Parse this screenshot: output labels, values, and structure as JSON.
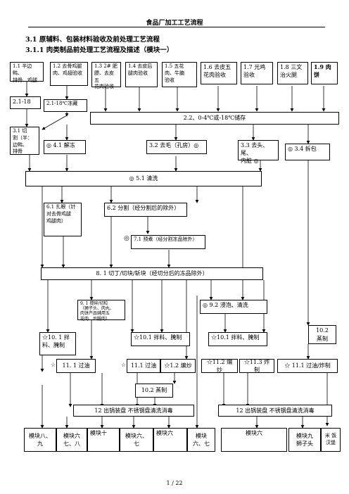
{
  "doc": {
    "header": "食品厂加工工艺流程",
    "heading1": "3.1 原辅料、包装材料验收及前处理工艺流程",
    "heading2": "3.1.1 肉类制品前处理工艺流程及描述（模块一）",
    "footer": "1  /  22"
  },
  "boxes": {
    "b11": "1.1 半边鸭、\n排骨、鸡腿",
    "b12": "1.2  去骨鸡腿\n肉、鸡翅验收",
    "b13": "1.3   2# 肥\n膘、去皮五\n花肉验收",
    "b14": "1.4  去皮后\n腿肉验收",
    "b15": "1.5  五花\n肉、牛腩\n验收",
    "b16": "1.6 去皮五\n花肉验收",
    "b17": "1.7 光鸡\n验收",
    "b18": "1.8 三文\n治火腿",
    "b19": "1.9 肉\n饼",
    "b21": "2.1-18",
    "b21f": "2.1-18℃冻藏",
    "b22": "2.2、0-4℃或-18℃储存",
    "b31": "3.1  切\n割（半：\n边鸭、\n排骨",
    "b41": "◎ 4.1 解冻",
    "b32": "3.2 去毛（孔房）◎",
    "b33": "3.3 去头、尾、\n内脏    ◎",
    "b34": "◎ 3.4 拆包",
    "b51": "◎  5.1 清洗",
    "b61": "6.1 扎眼（针\n对去骨鸡腿\n鸡腿肉）",
    "b62": "6.2 分割（经分割后的除外）",
    "b71": "7.1 预煮（经分割冻品除外）",
    "b71sym": "◎",
    "b81": "8. 1 切丁/切块/斩块（经切分后的冻品除外）",
    "b91": "9. 1 搅碎/切粒\n（狮子头、肉丸、\n肉饼产品辅用五\n花肉、后腿肉）",
    "b92": "◎   9.2 浸泡、清洗",
    "b102a": "10.2\n蒸制",
    "b101a": "☆10. 1 拌\n料、腌制",
    "b101b": "☆10.1 拌料、腌制",
    "b101c": "☆10.1 拌料、腌制",
    "s111a": "☆",
    "b111a": "11. 1 过油",
    "s111b": "☆",
    "b111b": "11.1 过油",
    "b112a": "☆1.2 煸炒",
    "b112b": "☆11.2 煸炒",
    "b113": "☆11.3 炸制",
    "b111c": "☆  11.1 过油/炸制",
    "b102b": "10.2 蒸制",
    "b12a": "12 出锅装盘    不锈钢盘清洗消毒",
    "b12b": "12 出锅装盘    不锈钢盘清洗消毒",
    "m1": "模块八、\n九",
    "m2": "模块六\n七、八",
    "m3": "模块十",
    "m4": "模块六、\n七",
    "m5": "模块六",
    "m6": "模块\n六、七",
    "m7": "模块六",
    "m8": "模块九\n狮子头",
    "m9": "米 饭\n汉堡"
  }
}
